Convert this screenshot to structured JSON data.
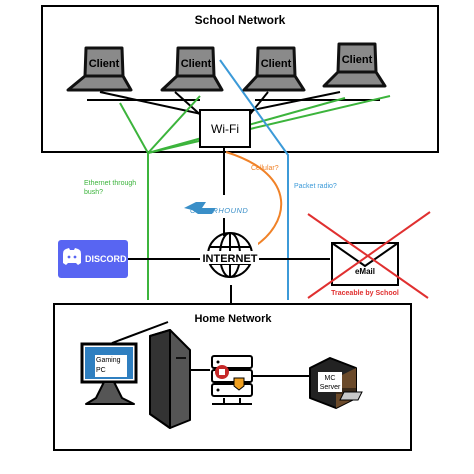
{
  "school_network": {
    "title": "School Network",
    "clients": [
      "Client",
      "Client",
      "Client",
      "Client"
    ],
    "wifi": "Wi-Fi"
  },
  "links": {
    "ethernet_line1": "Ethernet through",
    "ethernet_line2": "bush?",
    "cellular": "Cellular?",
    "packet_radio": "Packet radio?"
  },
  "cyberhound": {
    "label": "CYBERHOUND"
  },
  "internet": {
    "label": "INTERNET"
  },
  "discord": {
    "label": "DISCORD"
  },
  "email": {
    "label": "eMail",
    "note": "Traceable by School"
  },
  "home_network": {
    "title": "Home Network",
    "gaming_pc_line1": "Gaming",
    "gaming_pc_line2": "PC",
    "server_line1": "MC",
    "server_line2": "Server"
  },
  "colors": {
    "ethernet": "#3cb43c",
    "cellular": "#f08228",
    "packet_radio": "#3c9ad8",
    "cyberhound": "#3a8fc8",
    "discord": "#5865f2",
    "cross": "#e03030"
  }
}
